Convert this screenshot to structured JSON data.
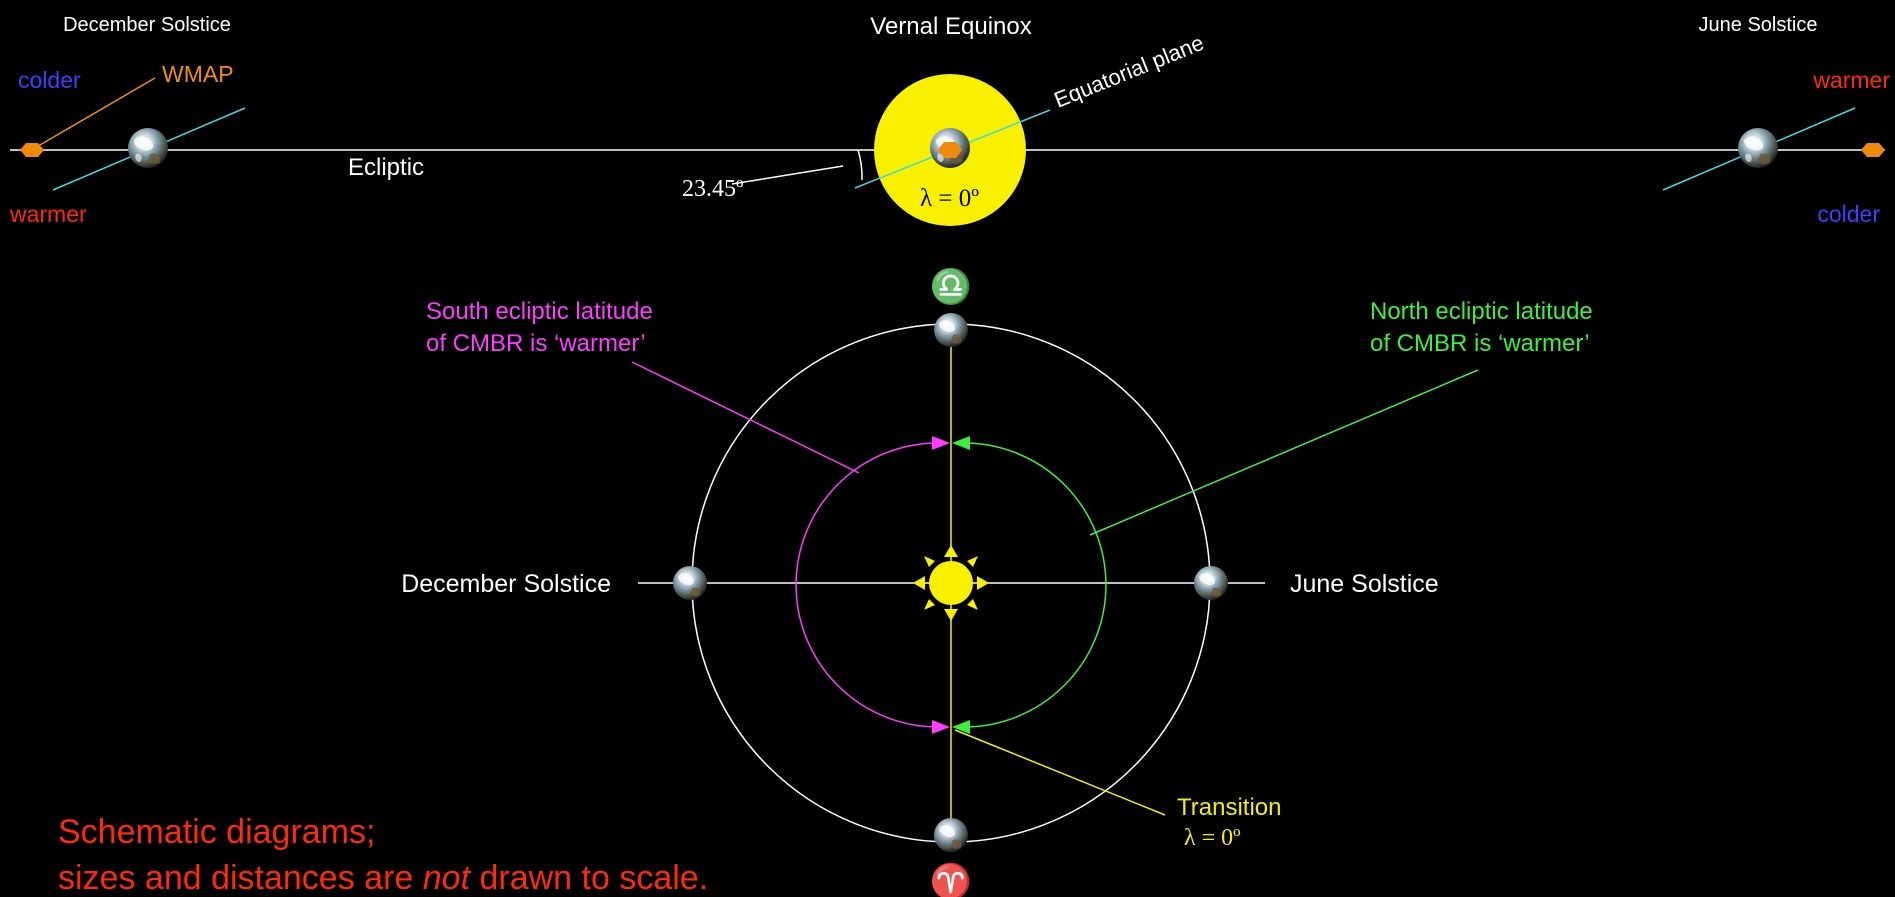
{
  "top_panel": {
    "december_solstice": "December Solstice",
    "vernal_equinox": "Vernal Equinox",
    "june_solstice": "June Solstice",
    "colder": "colder",
    "warmer": "warmer",
    "wmap": "WMAP",
    "ecliptic": "Ecliptic",
    "equatorial_plane": "Equatorial plane",
    "tilt_angle": "23.45º",
    "lambda_zero": "λ = 0º"
  },
  "orbit_panel": {
    "libra_symbol": "♎",
    "aries_symbol": "♈",
    "south_note_line1": "South ecliptic latitude",
    "south_note_line2": "of CMBR is ‘warmer’",
    "north_note_line1": "North ecliptic latitude",
    "north_note_line2": "of CMBR is ‘warmer’",
    "december_solstice": "December Solstice",
    "june_solstice": "June Solstice",
    "transition": "Transition",
    "transition_lambda": "λ = 0º"
  },
  "footnote": {
    "line1": "Schematic diagrams;",
    "line2_prefix": "sizes and distances are ",
    "line2_emphasis": "not",
    "line2_suffix": " drawn to scale."
  },
  "colors": {
    "background": "#000000",
    "white": "#ffffff",
    "sun_yellow": "#f7f000",
    "colder_blue": "#3f3fff",
    "warmer_red": "#ff2a0a",
    "wmap_orange": "#f0900a",
    "equatorial_cyan": "#3fd8e8",
    "south_magenta": "#ff3cff",
    "north_green": "#3cf03c",
    "transition_yellow": "#f5f000"
  },
  "icons": [
    "earth-icon",
    "sun-icon",
    "wmap-marker-icon",
    "libra-symbol-icon",
    "aries-symbol-icon"
  ]
}
